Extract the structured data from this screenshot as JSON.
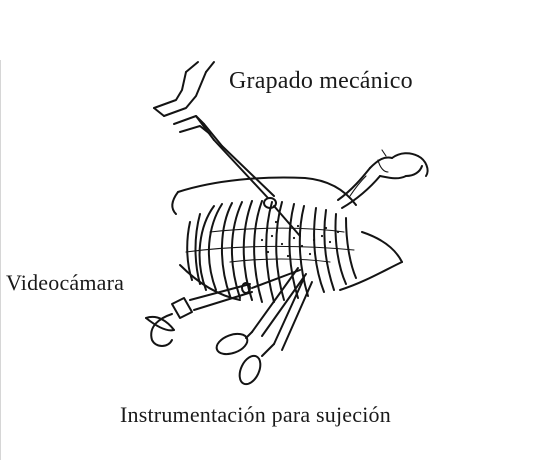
{
  "labels": {
    "stapler": "Grapado mecánico",
    "camera": "Videocámara",
    "holding": "Instrumentación para sujeción"
  },
  "colors": {
    "ink": "#141414",
    "background": "#ffffff"
  }
}
